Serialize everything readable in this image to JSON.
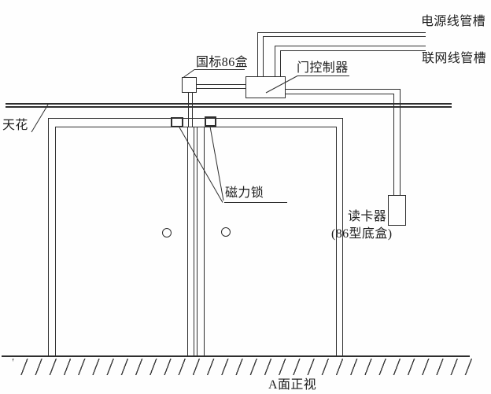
{
  "diagram_title": "A面正视",
  "labels": {
    "power_conduit": "电源线管槽",
    "network_conduit": "联网线管槽",
    "gb86_box": "国标86盒",
    "door_controller": "门控制器",
    "ceiling": "天花",
    "magnetic_lock": "磁力锁",
    "card_reader": "读卡器",
    "card_reader_box_note": "(86型底盒)"
  },
  "colors": {
    "line": "#2e2e2e",
    "background": "#fefefe"
  }
}
